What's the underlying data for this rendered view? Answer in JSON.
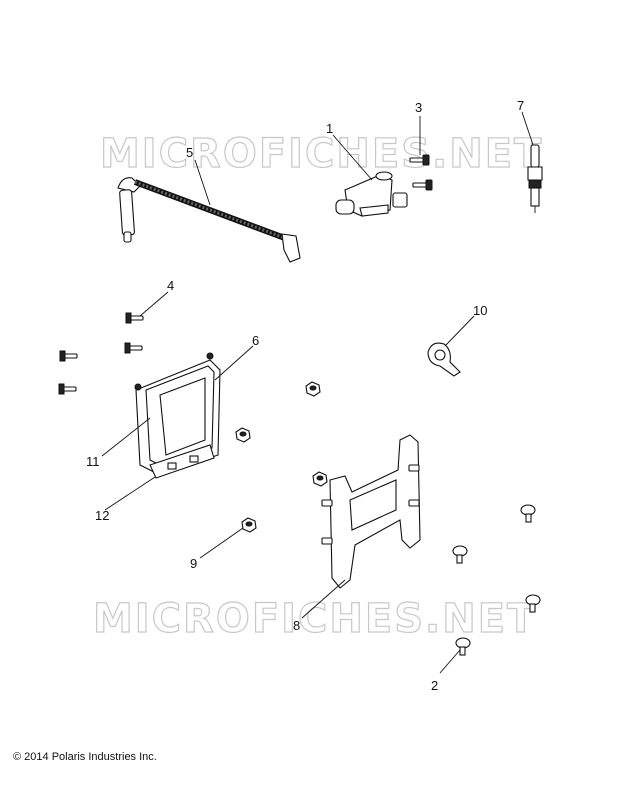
{
  "watermark": "MICROFICHES.NET",
  "callouts": [
    "1",
    "2",
    "3",
    "4",
    "5",
    "6",
    "7",
    "8",
    "9",
    "10",
    "11",
    "12"
  ],
  "copyright": "© 2014 Polaris Industries Inc."
}
